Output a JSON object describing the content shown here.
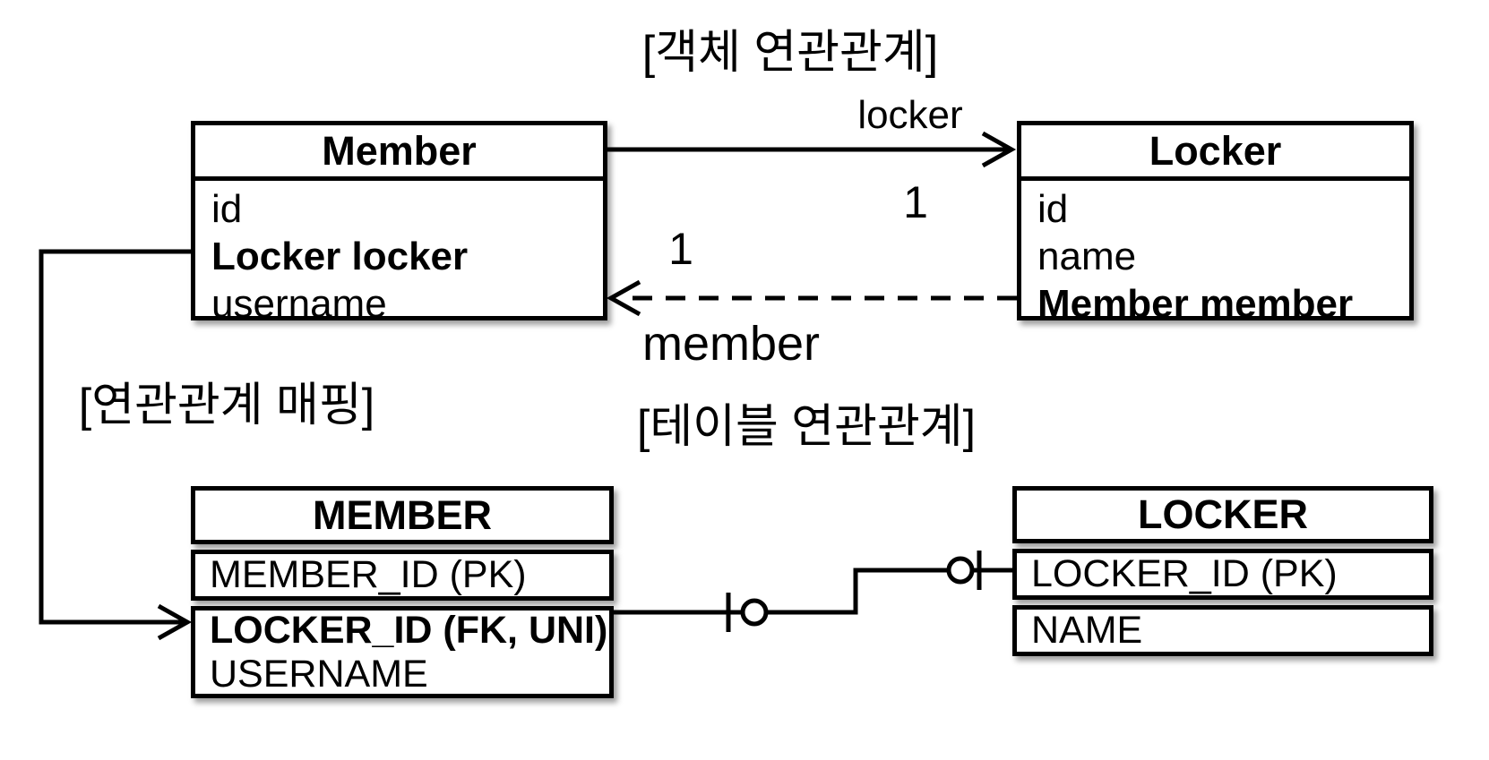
{
  "diagram": {
    "section_titles": {
      "object": "[객체 연관관계]",
      "mapping": "[연관관계 매핑]",
      "table": "[테이블 연관관계]"
    },
    "classes": {
      "member": {
        "title": "Member",
        "fields": [
          "id",
          "Locker locker",
          "username"
        ]
      },
      "locker": {
        "title": "Locker",
        "fields": [
          "id",
          "name",
          "Member member"
        ]
      }
    },
    "object_association": {
      "to_locker": {
        "label": "locker",
        "multiplicity": "1",
        "line": "solid"
      },
      "to_member": {
        "label": "member",
        "multiplicity": "1",
        "line": "dashed"
      }
    },
    "tables": {
      "member": {
        "title": "MEMBER",
        "compartments": [
          [
            "MEMBER_ID (PK)"
          ],
          [
            "LOCKER_ID (FK, UNI)",
            "USERNAME"
          ]
        ]
      },
      "locker": {
        "title": "LOCKER",
        "compartments": [
          [
            "LOCKER_ID (PK)"
          ],
          [
            "NAME"
          ]
        ]
      }
    },
    "colors": {
      "ink": "#000000",
      "background": "#ffffff"
    }
  }
}
